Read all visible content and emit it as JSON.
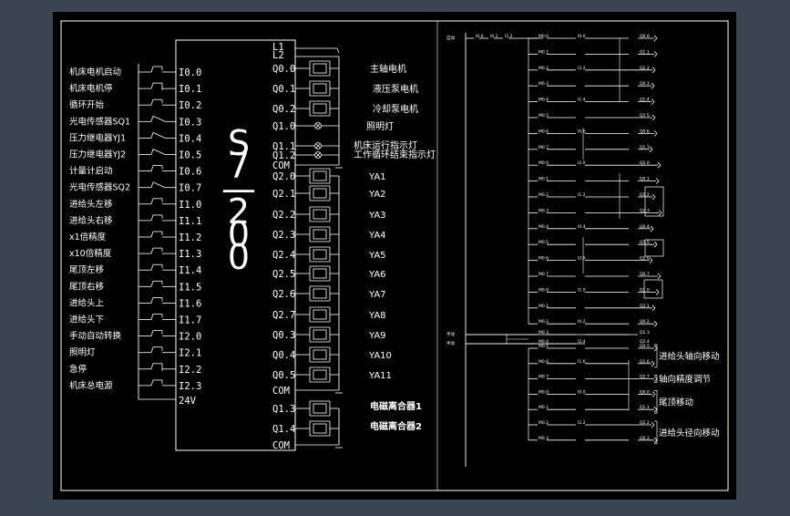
{
  "colors": {
    "background": "#3b4451",
    "canvas": "#000000",
    "lines": "#ffffff"
  },
  "plc": {
    "model_chars": [
      "S",
      "7",
      "—",
      "2",
      "0",
      "0"
    ]
  },
  "inputs": [
    {
      "label": "机床电机启动",
      "addr": "I0.0",
      "contact": "no"
    },
    {
      "label": "机床电机停",
      "addr": "I0.1",
      "contact": "nc"
    },
    {
      "label": "循环开始",
      "addr": "I0.2",
      "contact": "no"
    },
    {
      "label": "光电传感器SQ1",
      "addr": "I0.3",
      "contact": "diag"
    },
    {
      "label": "压力继电器YJ1",
      "addr": "I0.4",
      "contact": "diag"
    },
    {
      "label": "压力继电器YJ2",
      "addr": "I0.5",
      "contact": "diag"
    },
    {
      "label": "计量计启动",
      "addr": "I0.6",
      "contact": "no"
    },
    {
      "label": "光电传感器SQ2",
      "addr": "I0.7",
      "contact": "diag"
    },
    {
      "label": "进给头左移",
      "addr": "I1.0",
      "contact": "no"
    },
    {
      "label": "进给头右移",
      "addr": "I1.1",
      "contact": "no"
    },
    {
      "label": "x1倍精度",
      "addr": "I1.2",
      "contact": "no"
    },
    {
      "label": "x10倍精度",
      "addr": "I1.3",
      "contact": "no"
    },
    {
      "label": "尾顶左移",
      "addr": "I1.4",
      "contact": "no"
    },
    {
      "label": "尾顶右移",
      "addr": "I1.5",
      "contact": "no"
    },
    {
      "label": "进给头上",
      "addr": "I1.6",
      "contact": "no"
    },
    {
      "label": "进给头下",
      "addr": "I1.7",
      "contact": "no"
    },
    {
      "label": "手动自动转换",
      "addr": "I2.0",
      "contact": "no"
    },
    {
      "label": "照明灯",
      "addr": "I2.1",
      "contact": "no"
    },
    {
      "label": "急停",
      "addr": "I2.2",
      "contact": "nc"
    },
    {
      "label": "机床总电源",
      "addr": "I2.3",
      "contact": "no"
    }
  ],
  "supply": {
    "l1": "L1",
    "l2": "L2",
    "v24": "24V"
  },
  "outputs": [
    {
      "addr": "Q0.0",
      "type": "coil",
      "label": "主轴电机"
    },
    {
      "addr": "Q0.1",
      "type": "coil",
      "label": "液压泵电机"
    },
    {
      "addr": "Q0.2",
      "type": "coil",
      "label": "冷却泵电机"
    },
    {
      "addr": "Q1.0",
      "type": "lamp",
      "label": "照明灯"
    },
    {
      "addr": "Q1.1",
      "type": "lamp",
      "label": "机床运行指示灯"
    },
    {
      "addr": "Q1.2",
      "type": "lamp",
      "label": "工作循环结束指示灯"
    },
    {
      "addr": "COM",
      "type": "com",
      "label": ""
    },
    {
      "addr": "Q2.0",
      "type": "coil",
      "label": "YA1"
    },
    {
      "addr": "Q2.1",
      "type": "coil",
      "label": "YA2"
    },
    {
      "addr": "Q2.2",
      "type": "coil",
      "label": "YA3"
    },
    {
      "addr": "Q2.3",
      "type": "coil",
      "label": "YA4"
    },
    {
      "addr": "Q2.4",
      "type": "coil",
      "label": "YA5"
    },
    {
      "addr": "Q2.5",
      "type": "coil",
      "label": "YA6"
    },
    {
      "addr": "Q2.6",
      "type": "coil",
      "label": "YA7"
    },
    {
      "addr": "Q2.7",
      "type": "coil",
      "label": "YA8"
    },
    {
      "addr": "Q0.3",
      "type": "coil",
      "label": "YA9"
    },
    {
      "addr": "Q0.4",
      "type": "coil",
      "label": "YA10"
    },
    {
      "addr": "Q0.5",
      "type": "coil",
      "label": "YA11"
    },
    {
      "addr": "COM",
      "type": "com",
      "label": ""
    },
    {
      "addr": "Q1.3",
      "type": "coil",
      "label": "电磁离合器1"
    },
    {
      "addr": "Q1.4",
      "type": "coil",
      "label": "电磁离合器2"
    },
    {
      "addr": "COM",
      "type": "com",
      "label": ""
    }
  ],
  "ladder": {
    "left_labels": [
      {
        "text": "自动",
        "row": 0
      },
      {
        "text": "手动",
        "row": 19
      },
      {
        "text": "手动",
        "row": 20
      }
    ],
    "annotations": [
      {
        "text": "进给头轴向移动",
        "rows": [
          20,
          21
        ]
      },
      {
        "text": "轴向精度调节",
        "rows": [
          22,
          22
        ]
      },
      {
        "text": "尾顶移动",
        "rows": [
          23,
          24
        ]
      },
      {
        "text": "进给头径向移动",
        "rows": [
          25,
          26
        ]
      }
    ]
  }
}
